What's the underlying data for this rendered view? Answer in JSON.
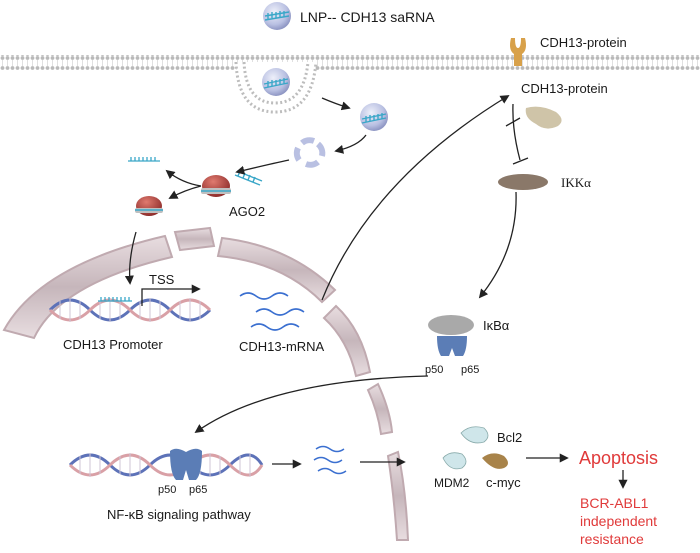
{
  "labels": {
    "lnp": "LNP-- CDH13 saRNA",
    "cdh13_protein_membrane": "CDH13-protein",
    "cdh13_protein_cytoplasm": "CDH13-protein",
    "ago2": "AGO2",
    "ikka": "IKKα",
    "tss": "TSS",
    "cdh13_promoter": "CDH13 Promoter",
    "cdh13_mrna": "CDH13-mRNA",
    "ikba": "IκBα",
    "p50_top": "p50",
    "p65_top": "p65",
    "p50_bottom": "p50",
    "p65_bottom": "p65",
    "bcl2": "Bcl2",
    "mdm2": "MDM2",
    "cmyc": "c-myc",
    "nfkb_pathway": "NF-κB signaling pathway",
    "apoptosis": "Apoptosis",
    "resistance_line1": "BCR-ABL1",
    "resistance_line2": "independent",
    "resistance_line3": "resistance"
  },
  "colors": {
    "membrane_lipid": "#c6c6c6",
    "nuclear_envelope": "#c9b8bd",
    "lnp_sphere": "#c8cde8",
    "rna_strand": "#3aa7c8",
    "ago2_protein": "#b5403e",
    "cdh13_protein": "#d8a14a",
    "cdh13_cytoplasm": "#cfc4a8",
    "ikka_ellipse": "#8a7869",
    "ikba_cap": "#a9a9a9",
    "p50_p65_dimer": "#5b7db6",
    "dna_blue": "#5d72b8",
    "dna_red": "#d9a0a6",
    "bcl2_mdm2": "#cfe6ea",
    "cmyc": "#a8834a",
    "emphasis_red": "#e03a3a",
    "arrow": "#222222"
  }
}
